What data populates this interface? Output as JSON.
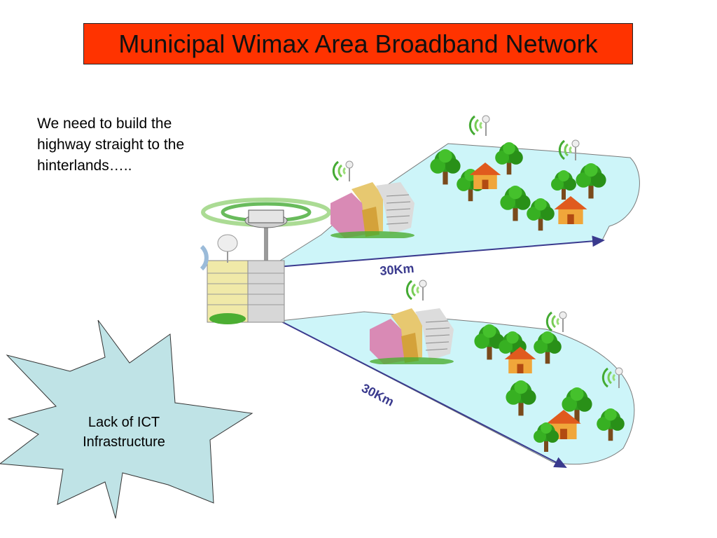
{
  "title": "Municipal Wimax Area Broadband Network",
  "intro_lines": [
    "We need to build the",
    "highway straight to the",
    "hinterlands….."
  ],
  "distance_upper": "30Km",
  "distance_lower": "30Km",
  "starburst_lines": [
    "Lack of ICT",
    "Infrastructure"
  ],
  "colors": {
    "title_bg": "#ff3300",
    "coverage_fill": "#cdf5f9",
    "distance_line": "#3a3a8e",
    "starburst_fill": "#bfe3e6",
    "tree": "#33aa22",
    "house_roof": "#e05a1e",
    "house_wall": "#f0a63a"
  },
  "icons": [
    "wimax-tower-icon",
    "antenna-icon",
    "building-icon",
    "tree-icon",
    "house-icon",
    "signal-wave-icon"
  ]
}
